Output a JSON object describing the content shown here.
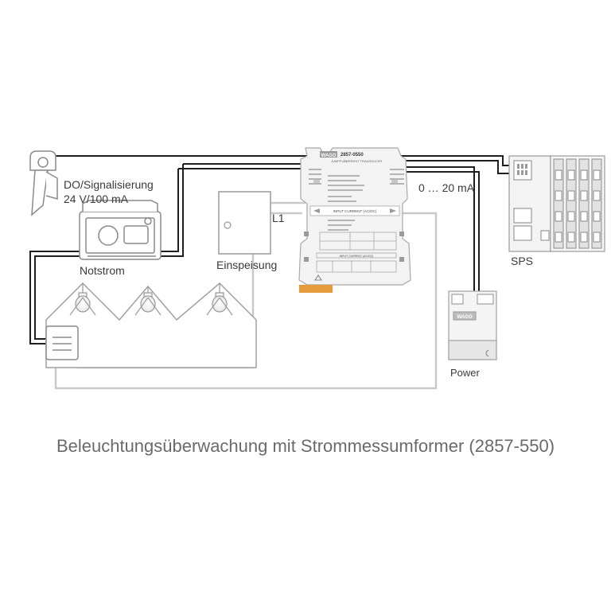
{
  "labels": {
    "signal_line1": "DO/Signalisierung",
    "signal_line2": "24 V/100 mA",
    "notstrom": "Notstrom",
    "einspeisung": "Einspeisung",
    "l1": "L1",
    "current_range": "0 … 20 mA",
    "sps": "SPS",
    "power": "Power"
  },
  "device": {
    "brand": "WAGO",
    "model": "2857-0550",
    "series": "JUMPFLEX",
    "type": "CURRENT TRANSDUCER",
    "band_label": "INPUT CURRENT (AC/DC)",
    "band_label_small": "INPUT CURRENT (AC/DC)"
  },
  "power_supply": {
    "brand": "WAGO"
  },
  "caption": "Beleuchtungsüberwachung mit Strommessumformer (2857-550)",
  "colors": {
    "wire_dark": "#1e1e1e",
    "wire_light": "#c9c9c9",
    "outline": "#8a8a8a",
    "accent_orange": "#e59a3c"
  }
}
